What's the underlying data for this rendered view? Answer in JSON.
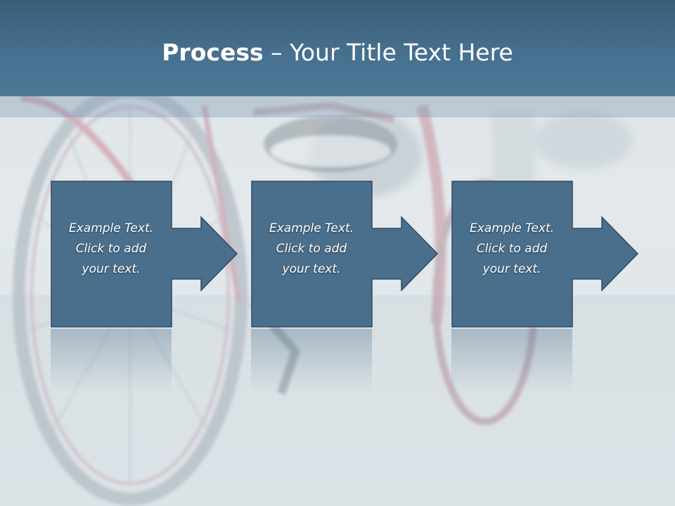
{
  "title": {
    "bold": "Process",
    "rest": " – Your Title Text Here"
  },
  "steps": [
    {
      "line1": "Example Text.",
      "line2": "Click  to add",
      "line3": "your text."
    },
    {
      "line1": "Example Text.",
      "line2": "Click  to add",
      "line3": "your text."
    },
    {
      "line1": "Example Text.",
      "line2": "Click  to add",
      "line3": "your text."
    }
  ],
  "colors": {
    "title_bar": "#46708f",
    "box_fill": "#4a6f8c",
    "box_border": "#2f4a60",
    "text": "#ffffff"
  },
  "icons": [
    "arrow-right-icon"
  ]
}
